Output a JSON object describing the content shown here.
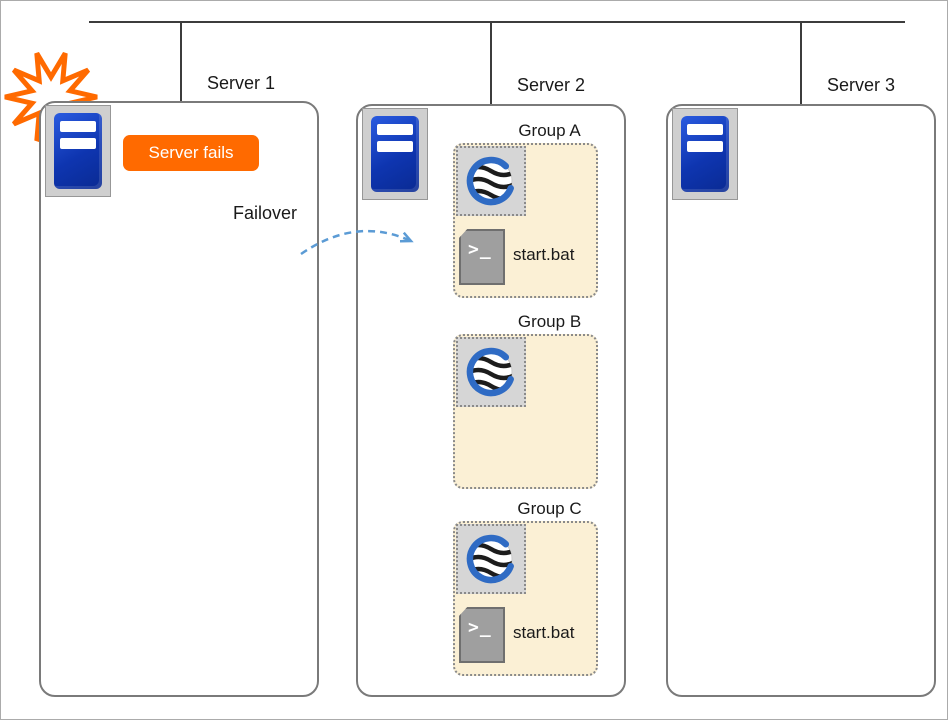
{
  "network": {
    "server_labels": [
      "Server 1",
      "Server 2",
      "Server 3"
    ]
  },
  "server1": {
    "fail_badge": "Server fails",
    "failover_label": "Failover"
  },
  "server2": {
    "groups": [
      {
        "label": "Group A",
        "script": "start.bat"
      },
      {
        "label": "Group B"
      },
      {
        "label": "Group C",
        "script": "start.bat"
      }
    ]
  },
  "icons": {
    "terminal_glyph": ">_",
    "server_icon": "server-rack",
    "app_icon": "app-logo",
    "explosion_icon": "explosion-burst",
    "arrow_icon": "dashed-failover-arrow"
  },
  "colors": {
    "accent_orange": "#FF6A00",
    "server_blue": "#0E35B0",
    "group_bg": "#FBF0D5",
    "arrow_blue": "#5B9BD5",
    "line_gray": "#3C3C3C",
    "border_gray": "#7A7A7A"
  }
}
